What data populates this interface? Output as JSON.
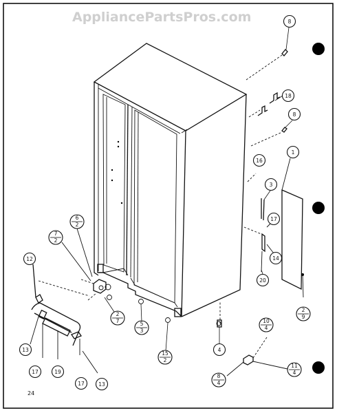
{
  "watermark": "AppliancePartsPros.com",
  "page_number": "24",
  "callouts": [
    {
      "id": "c-8-top",
      "top": "8"
    },
    {
      "id": "c-18",
      "top": "18"
    },
    {
      "id": "c-8-mid",
      "top": "8"
    },
    {
      "id": "c-1",
      "top": "1"
    },
    {
      "id": "c-16",
      "top": "16"
    },
    {
      "id": "c-3",
      "top": "3"
    },
    {
      "id": "c-17-right",
      "top": "17"
    },
    {
      "id": "c-14",
      "top": "14"
    },
    {
      "id": "c-20",
      "top": "20"
    },
    {
      "id": "c-2-9",
      "top": "2",
      "bottom": "9"
    },
    {
      "id": "c-6-2",
      "top": "6",
      "bottom": "2"
    },
    {
      "id": "c-7-2",
      "top": "7",
      "bottom": "2"
    },
    {
      "id": "c-12",
      "top": "12"
    },
    {
      "id": "c-2-7",
      "top": "2",
      "bottom": "7"
    },
    {
      "id": "c-5-3",
      "top": "5",
      "bottom": "3"
    },
    {
      "id": "c-15-2",
      "top": "15",
      "bottom": "2"
    },
    {
      "id": "c-4",
      "top": "4"
    },
    {
      "id": "c-10-4",
      "top": "10",
      "bottom": "4"
    },
    {
      "id": "c-11-4",
      "top": "11",
      "bottom": "4"
    },
    {
      "id": "c-8-4",
      "top": "8",
      "bottom": "4"
    },
    {
      "id": "c-13-left",
      "top": "13"
    },
    {
      "id": "c-17-bl",
      "top": "17"
    },
    {
      "id": "c-19",
      "top": "19"
    },
    {
      "id": "c-17-br",
      "top": "17"
    },
    {
      "id": "c-13-right",
      "top": "13"
    }
  ]
}
